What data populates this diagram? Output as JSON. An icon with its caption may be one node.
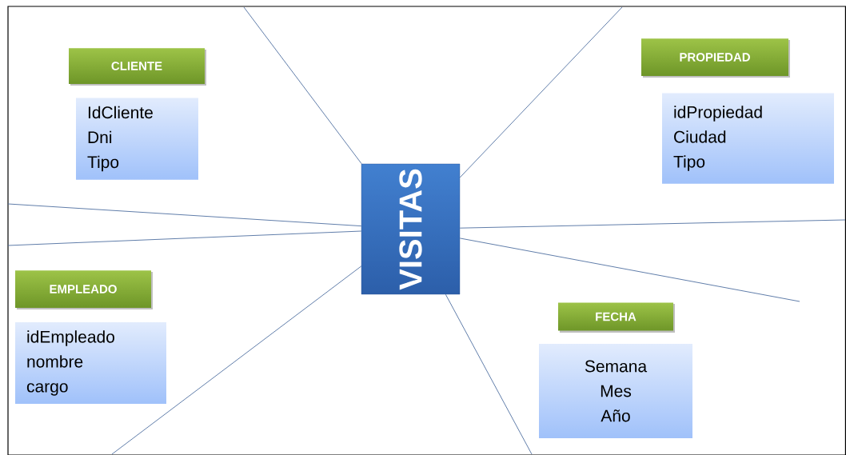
{
  "diagram": {
    "nodes": [
      {
        "text": [
          "CLIENTE"
        ]
      },
      {
        "text": [
          "IdCliente",
          "Dni",
          "Tipo"
        ]
      },
      {
        "text": [
          "PROPIEDAD"
        ]
      },
      {
        "text": [
          "idPropiedad",
          "Ciudad",
          "Tipo"
        ]
      },
      {
        "text": [
          "VISITAS"
        ]
      },
      {
        "text": [
          "EMPLEADO"
        ]
      },
      {
        "text": [
          "idEmpleado",
          "nombre",
          "cargo"
        ]
      },
      {
        "text": [
          "FECHA"
        ]
      },
      {
        "text": [
          "Semana",
          "Mes",
          "Año"
        ]
      }
    ],
    "edges": [
      {
        "from": 4,
        "to": null,
        "arrow": "none"
      },
      {
        "from": 4,
        "to": null,
        "arrow": "none"
      },
      {
        "from": 4,
        "to": null,
        "arrow": "none"
      },
      {
        "from": 4,
        "to": null,
        "arrow": "none"
      },
      {
        "from": 4,
        "to": null,
        "arrow": "none"
      },
      {
        "from": 4,
        "to": null,
        "arrow": "none"
      },
      {
        "from": 4,
        "to": null,
        "arrow": "none"
      },
      {
        "from": 4,
        "to": null,
        "arrow": "none"
      }
    ]
  }
}
